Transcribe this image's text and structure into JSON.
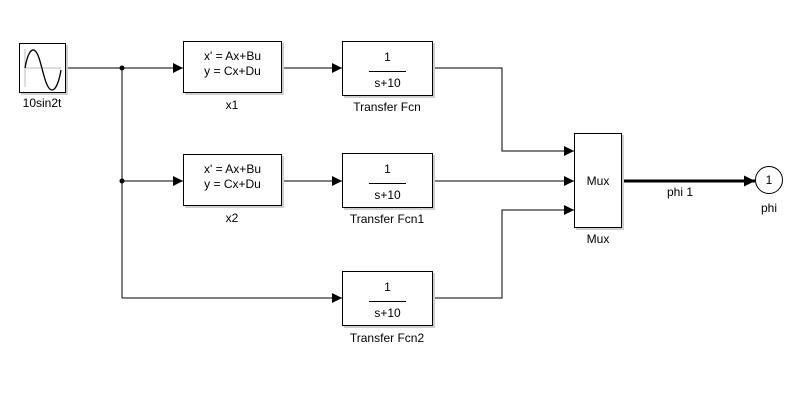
{
  "source": {
    "label": "10sin2t"
  },
  "state_space": [
    {
      "name": "x1",
      "eq1": "x' = Ax+Bu",
      "eq2": "y = Cx+Du"
    },
    {
      "name": "x2",
      "eq1": "x' = Ax+Bu",
      "eq2": "y = Cx+Du"
    }
  ],
  "transfer_fcns": [
    {
      "name": "Transfer Fcn",
      "numerator": "1",
      "denominator": "s+10"
    },
    {
      "name": "Transfer Fcn1",
      "numerator": "1",
      "denominator": "s+10"
    },
    {
      "name": "Transfer Fcn2",
      "numerator": "1",
      "denominator": "s+10"
    }
  ],
  "mux": {
    "name": "Mux",
    "text": "Mux"
  },
  "signal": {
    "label": "phi 1"
  },
  "outport": {
    "number": "1",
    "name": "phi"
  }
}
